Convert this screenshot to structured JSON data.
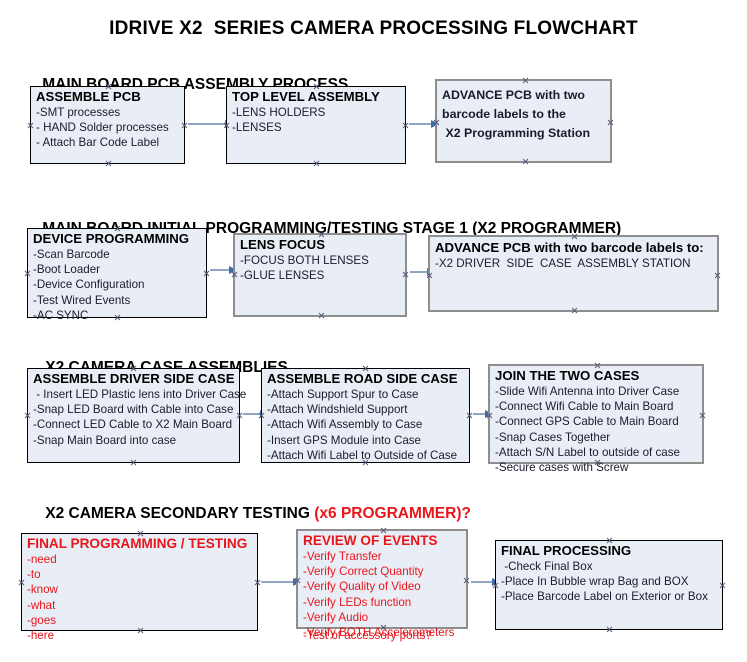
{
  "title": "IDRIVE X2  SERIES CAMERA PROCESSING FLOWCHART",
  "colors": {
    "box_fill": "#e9eef6",
    "box_border_black": "#000000",
    "box_border_gray": "#8e8e8e",
    "arrow_line": "#8fa7c4",
    "arrow_head": "#3d6ea8",
    "red_text": "#e8161b",
    "black_text": "#000000"
  },
  "sections": [
    {
      "id": "main-board-pcb-assembly",
      "heading": "MAIN BOARD PCB ASSEMBLY PROCESS",
      "heading_red": "",
      "nodes": [
        {
          "id": "assemble-pcb",
          "title": "ASSEMBLE PCB",
          "lines": [
            "-SMT processes",
            "- HAND Solder processes",
            "- Attach Bar Code Label"
          ]
        },
        {
          "id": "top-level-assembly",
          "title": "TOP LEVEL ASSEMBLY",
          "lines": [
            "-LENS HOLDERS",
            "-LENSES"
          ]
        },
        {
          "id": "advance-pcb-to-x2-programming-station",
          "title": "",
          "lines": [
            "ADVANCE PCB with two",
            "barcode labels to the",
            " X2 Programming Station"
          ]
        }
      ]
    },
    {
      "id": "main-board-initial-programming",
      "heading": "MAIN BOARD INITIAL PROGRAMMING/TESTING STAGE 1 (X2 PROGRAMMER)",
      "heading_red": "",
      "nodes": [
        {
          "id": "device-programming",
          "title": "DEVICE PROGRAMMING",
          "lines": [
            "-Scan Barcode",
            "-Boot Loader",
            "-Device Configuration",
            "-Test Wired Events",
            "-AC SYNC"
          ]
        },
        {
          "id": "lens-focus",
          "title": "LENS FOCUS",
          "lines": [
            "-FOCUS BOTH LENSES",
            "-GLUE LENSES"
          ]
        },
        {
          "id": "advance-pcb-to-driver-side-case",
          "title": "ADVANCE PCB with two barcode labels to:",
          "lines": [
            "-X2 DRIVER  SIDE  CASE  ASSEMBLY STATION"
          ]
        }
      ]
    },
    {
      "id": "x2-camera-case-assemblies",
      "heading": "X2 CAMERA CASE ASSEMBLIES",
      "heading_red": "",
      "nodes": [
        {
          "id": "assemble-driver-side-case",
          "title": "ASSEMBLE DRIVER SIDE CASE",
          "lines": [
            " - Insert LED Plastic lens into Driver Case",
            "-Snap LED Board with Cable into Case",
            "-Connect LED Cable to X2 Main Board",
            "-Snap Main Board into case"
          ]
        },
        {
          "id": "assemble-road-side-case",
          "title": "ASSEMBLE ROAD SIDE CASE",
          "lines": [
            "-Attach Support Spur to Case",
            "-Attach Windshield Support",
            "-Attach Wifi Assembly to Case",
            "-Insert GPS Module into Case",
            "-Attach Wifi Label to Outside of Case"
          ]
        },
        {
          "id": "join-the-two-cases",
          "title": "JOIN THE TWO CASES",
          "lines": [
            "-Slide Wifi Antenna into Driver Case",
            "-Connect Wifi Cable to Main Board",
            "-Connect GPS Cable to Main Board",
            "-Snap Cases Together",
            "-Attach S/N Label to outside of case",
            "-Secure cases with Screw"
          ]
        }
      ]
    },
    {
      "id": "x2-camera-secondary-testing",
      "heading": "X2 CAMERA SECONDARY TESTING ",
      "heading_red": "(x6 PROGRAMMER)?",
      "nodes": [
        {
          "id": "final-programming-testing",
          "title": "FINAL PROGRAMMING / TESTING",
          "lines": [
            "-need",
            "-to",
            "-know",
            "-what",
            "-goes",
            "-here"
          ]
        },
        {
          "id": "review-of-events",
          "title": "REVIEW OF EVENTS",
          "lines": [
            "-Verify Transfer",
            "-Verify Correct Quantity",
            "-Verify Quality of Video",
            "-Verify LEDs function",
            "-Verify Audio",
            "-Verify BOTH Accelerometers"
          ],
          "overflow_line": "-Test of accessory ports?"
        },
        {
          "id": "final-processing",
          "title": "FINAL PROCESSING",
          "lines": [
            " -Check Final Box",
            "-Place In Bubble wrap Bag and BOX",
            "-Place Barcode Label on Exterior or Box"
          ]
        }
      ]
    }
  ]
}
